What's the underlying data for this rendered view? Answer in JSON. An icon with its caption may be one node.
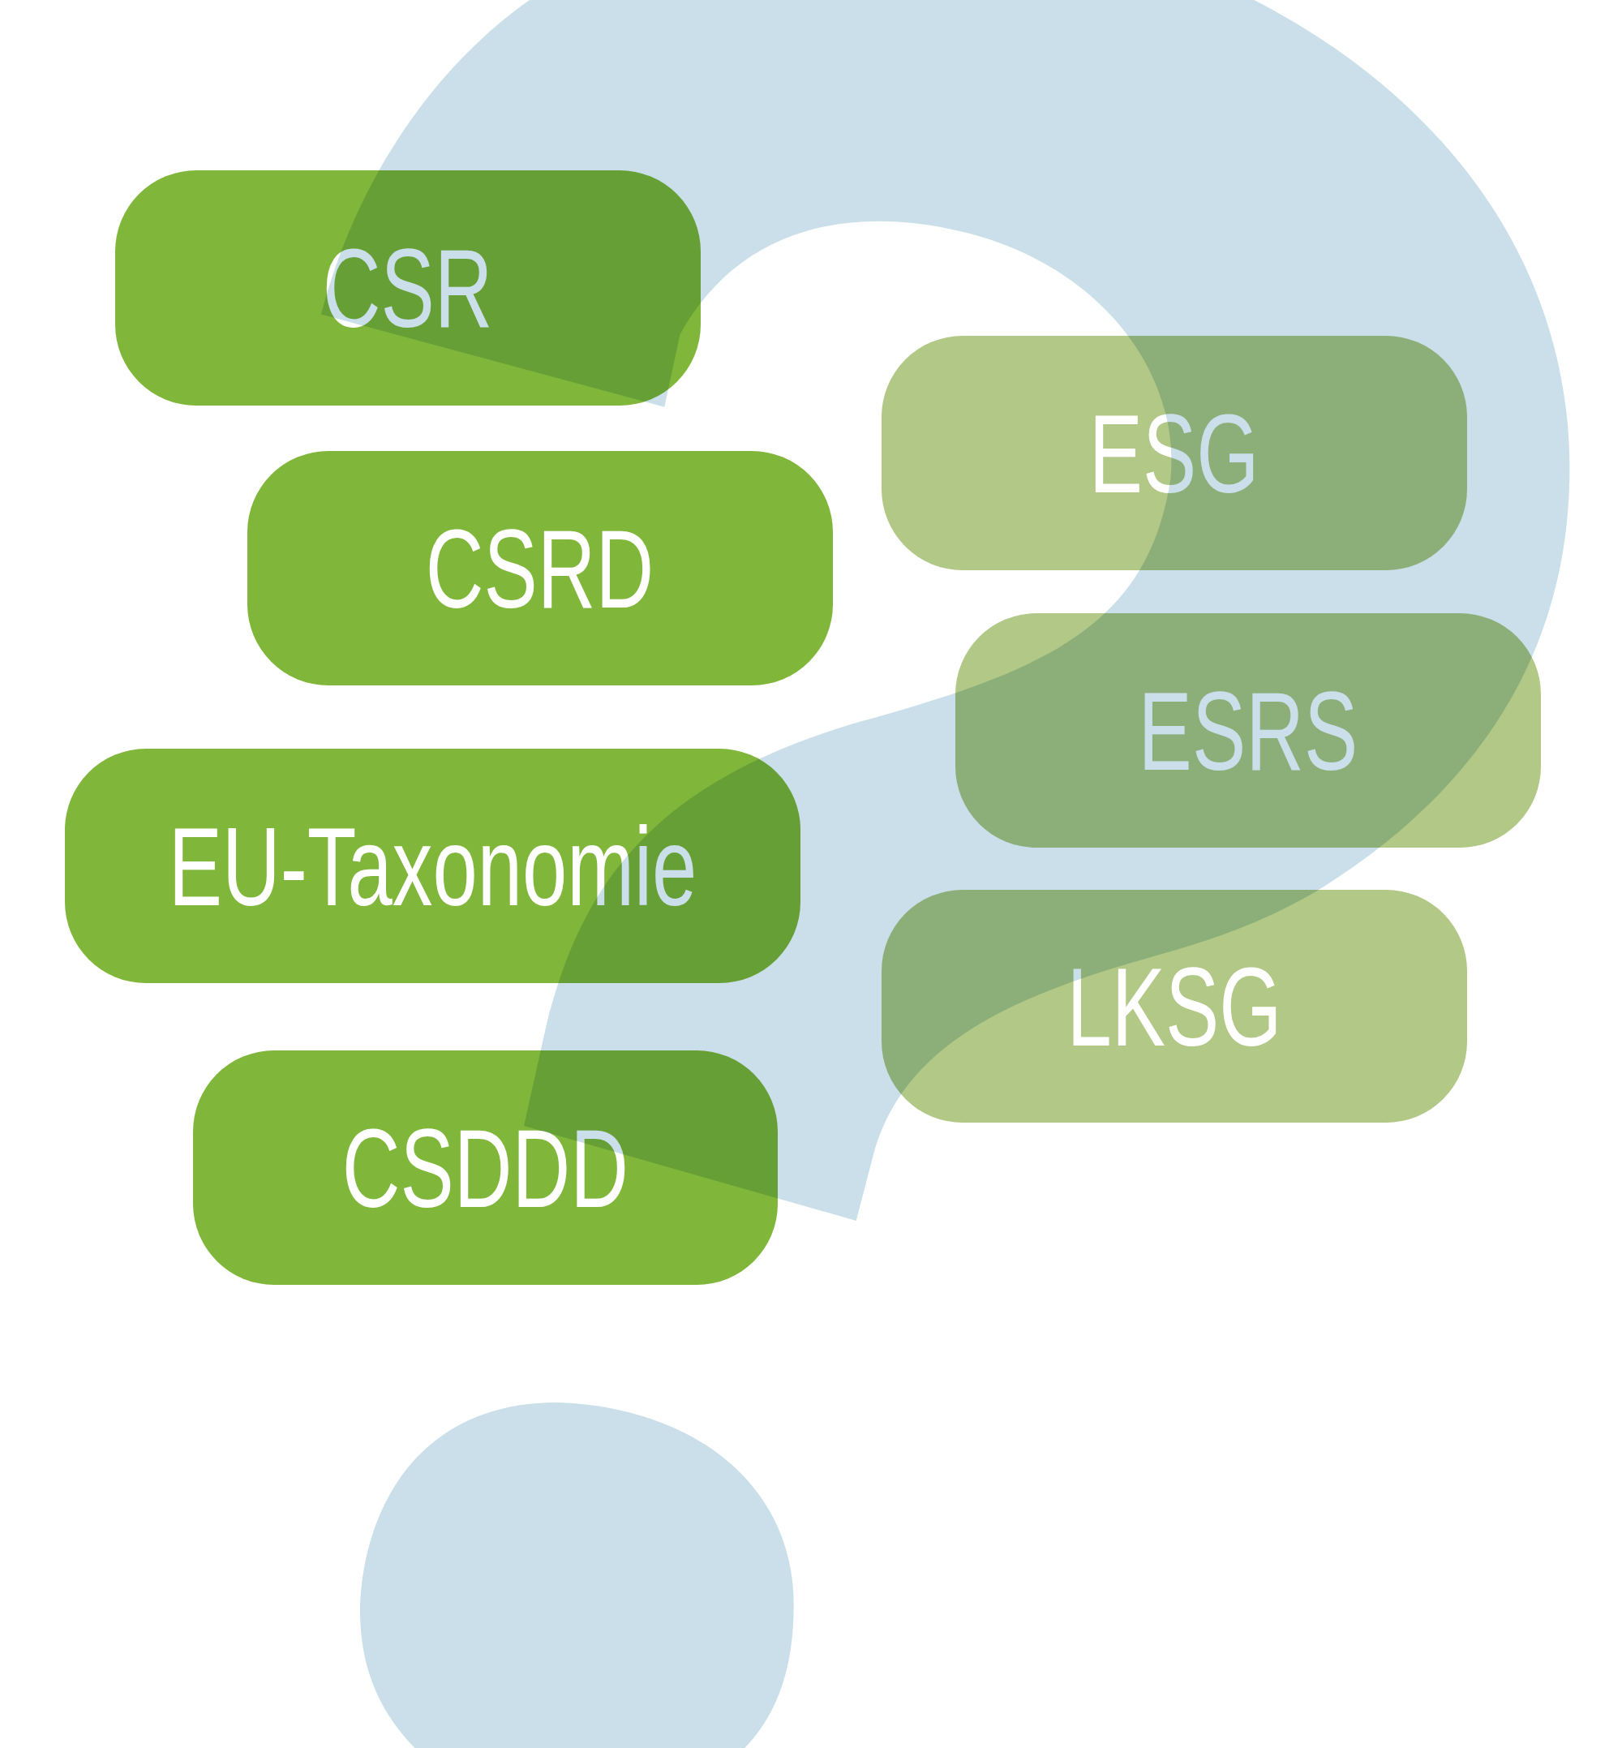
{
  "diagram": {
    "nodes": [
      {
        "text": [
          "CSR"
        ]
      },
      {
        "text": [
          "ESG"
        ]
      },
      {
        "text": [
          "CSRD"
        ]
      },
      {
        "text": [
          "ESRS"
        ]
      },
      {
        "text": [
          "EU-Taxonomie"
        ]
      },
      {
        "text": [
          "LKSG"
        ]
      },
      {
        "text": [
          "CSDDD"
        ]
      }
    ]
  }
}
